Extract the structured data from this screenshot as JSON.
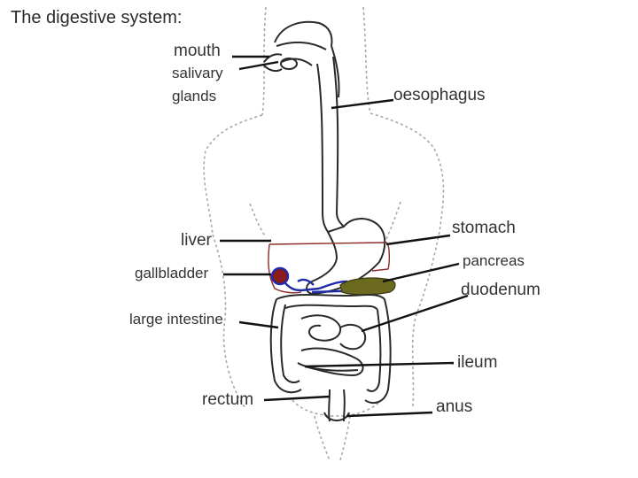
{
  "title": "The digestive system:",
  "labels": {
    "mouth": "mouth",
    "salivary": "salivary",
    "glands": "glands",
    "oesophagus": "oesophagus",
    "liver": "liver",
    "gallbladder": "gallbladder",
    "stomach": "stomach",
    "pancreas": "pancreas",
    "duodenum": "duodenum",
    "large_intestine": "large intestine",
    "ileum": "ileum",
    "rectum": "rectum",
    "anus": "anus"
  },
  "colors": {
    "text": "#333333",
    "leader": "#111111",
    "body_outline": "#9a9a9a",
    "organ_outline": "#222222",
    "liver_outline": "#8b2a2a",
    "gallbladder_fill": "#8b1a1a",
    "bile_duct": "#1e2aa8",
    "pancreas_fill": "#6b6a1e"
  }
}
